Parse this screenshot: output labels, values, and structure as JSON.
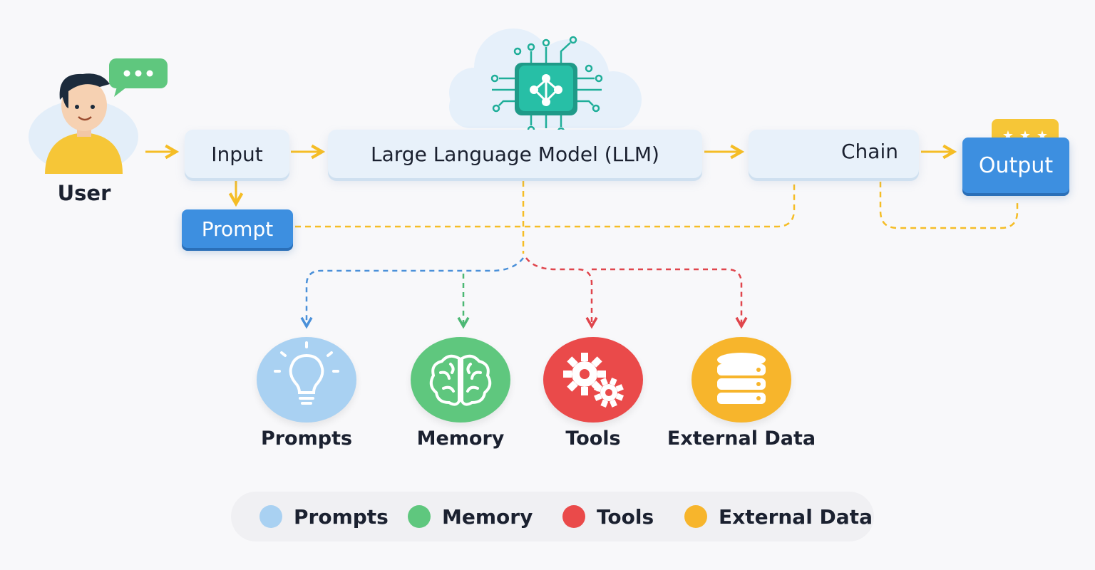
{
  "user": {
    "label": "User"
  },
  "nodes": {
    "input": "Input",
    "llm": "Large Language Model (LLM)",
    "chain": "Chain",
    "output": "Output",
    "prompt": "Prompt"
  },
  "components": [
    {
      "label": "Prompts",
      "icon": "lightbulb-icon",
      "color": "#a9d1f2"
    },
    {
      "label": "Memory",
      "icon": "brain-icon",
      "color": "#5fc77e"
    },
    {
      "label": "Tools",
      "icon": "gears-icon",
      "color": "#ea4a4a"
    },
    {
      "label": "External Data",
      "icon": "database-icon",
      "color": "#f7b52c"
    }
  ],
  "legend": [
    {
      "label": "Prompts",
      "color": "#a9d1f2"
    },
    {
      "label": "Memory",
      "color": "#5fc77e"
    },
    {
      "label": "Tools",
      "color": "#ea4a4a"
    },
    {
      "label": "External Data",
      "color": "#f7b52c"
    }
  ],
  "colors": {
    "arrow": "#f5bd26",
    "accent_blue": "#3d8fe0",
    "chip": "#1fae99"
  }
}
